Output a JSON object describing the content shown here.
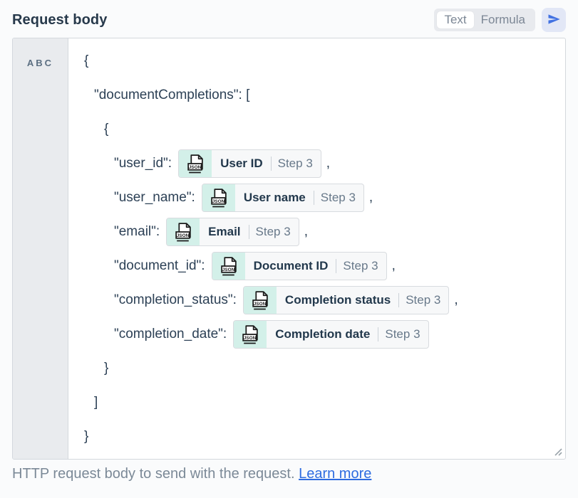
{
  "header": {
    "title": "Request body"
  },
  "mode_toggle": {
    "options": [
      "Text",
      "Formula"
    ],
    "selected": "Text"
  },
  "send_button": {
    "icon": "send-icon"
  },
  "editor": {
    "gutter_label": "ABC",
    "field_type": "text",
    "lines": [
      {
        "text": "{"
      },
      {
        "text": "\"documentCompletions\": ["
      },
      {
        "text": "{"
      },
      {
        "key": "\"user_id\":",
        "pill": {
          "icon": "json-file-icon",
          "label": "User ID",
          "step": "Step 3"
        },
        "suffix": ","
      },
      {
        "key": "\"user_name\":",
        "pill": {
          "icon": "json-file-icon",
          "label": "User name",
          "step": "Step 3"
        },
        "suffix": ","
      },
      {
        "key": "\"email\":",
        "pill": {
          "icon": "json-file-icon",
          "label": "Email",
          "step": "Step 3"
        },
        "suffix": ","
      },
      {
        "key": "\"document_id\":",
        "pill": {
          "icon": "json-file-icon",
          "label": "Document ID",
          "step": "Step 3"
        },
        "suffix": ","
      },
      {
        "key": "\"completion_status\":",
        "pill": {
          "icon": "json-file-icon",
          "label": "Completion status",
          "step": "Step 3"
        },
        "suffix": ","
      },
      {
        "key": "\"completion_date\":",
        "pill": {
          "icon": "json-file-icon",
          "label": "Completion date",
          "step": "Step 3"
        },
        "suffix": ""
      },
      {
        "text": "}"
      },
      {
        "text": "]"
      },
      {
        "text": "}"
      }
    ]
  },
  "help": {
    "text": "HTTP request body to send with the request. ",
    "link_label": "Learn more"
  },
  "colors": {
    "title_text": "#27394b",
    "editor_text": "#2d4156",
    "pill_icon_bg": "#d3f0e9",
    "pill_border": "#d8dbdf",
    "pill_step_text": "#68798a",
    "send_icon_blue": "#4272e2",
    "send_button_bg": "#e2e7f6",
    "link_blue": "#2e6ce0",
    "gutter_bg": "#e9ebee",
    "help_text": "#7b8997"
  }
}
